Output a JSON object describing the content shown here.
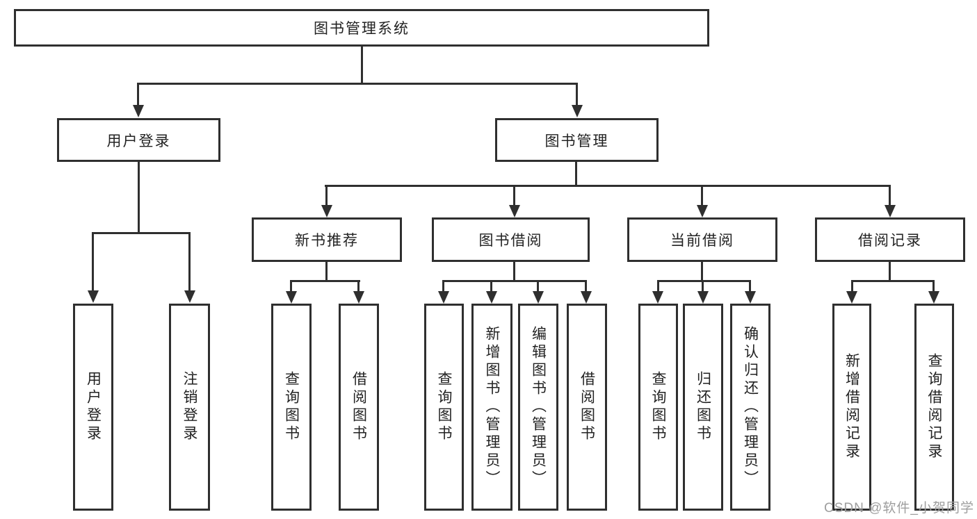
{
  "diagram": {
    "root": {
      "label": "图书管理系统"
    },
    "level2": [
      {
        "label": "用户登录"
      },
      {
        "label": "图书管理"
      }
    ],
    "level3": [
      {
        "label": "新书推荐"
      },
      {
        "label": "图书借阅"
      },
      {
        "label": "当前借阅"
      },
      {
        "label": "借阅记录"
      }
    ],
    "leaves": {
      "user_login": [
        "用户登录",
        "注销登录"
      ],
      "new_book": [
        "查询图书",
        "借阅图书"
      ],
      "borrow": [
        "查询图书",
        "新增图书（管理员）",
        "编辑图书（管理员）",
        "借阅图书"
      ],
      "current": [
        "查询图书",
        "归还图书",
        "确认归还（管理员）"
      ],
      "records": [
        "新增借阅记录",
        "查询借阅记录"
      ]
    }
  },
  "watermark": {
    "text": "CSDN @软件_小贺同学",
    "color": "#9e9e9e"
  },
  "colors": {
    "line": "#2f2f2f",
    "text": "#222222",
    "background": "#ffffff"
  }
}
